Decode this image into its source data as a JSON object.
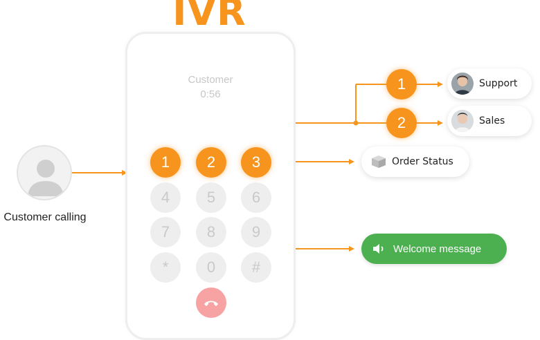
{
  "title": "IVR",
  "caller": {
    "label": "Customer calling"
  },
  "phone": {
    "caller_name": "Customer",
    "call_time": "0:56",
    "keys": [
      "1",
      "2",
      "3",
      "4",
      "5",
      "6",
      "7",
      "8",
      "9",
      "*",
      "0",
      "#"
    ],
    "active_keys": [
      "1",
      "2",
      "3"
    ]
  },
  "submenu": {
    "badges": [
      "1",
      "2"
    ]
  },
  "destinations": {
    "support": "Support",
    "sales": "Sales",
    "order_status": "Order Status",
    "welcome": "Welcome message"
  },
  "colors": {
    "accent": "#f7941d",
    "green": "#4caf50",
    "hangup": "#f7a3a3",
    "inactive_key": "#eeeeee"
  },
  "icons": {
    "caller_avatar": "person-icon",
    "hangup": "phone-hangup-icon",
    "order_status": "box-icon",
    "welcome": "speaker-icon"
  }
}
